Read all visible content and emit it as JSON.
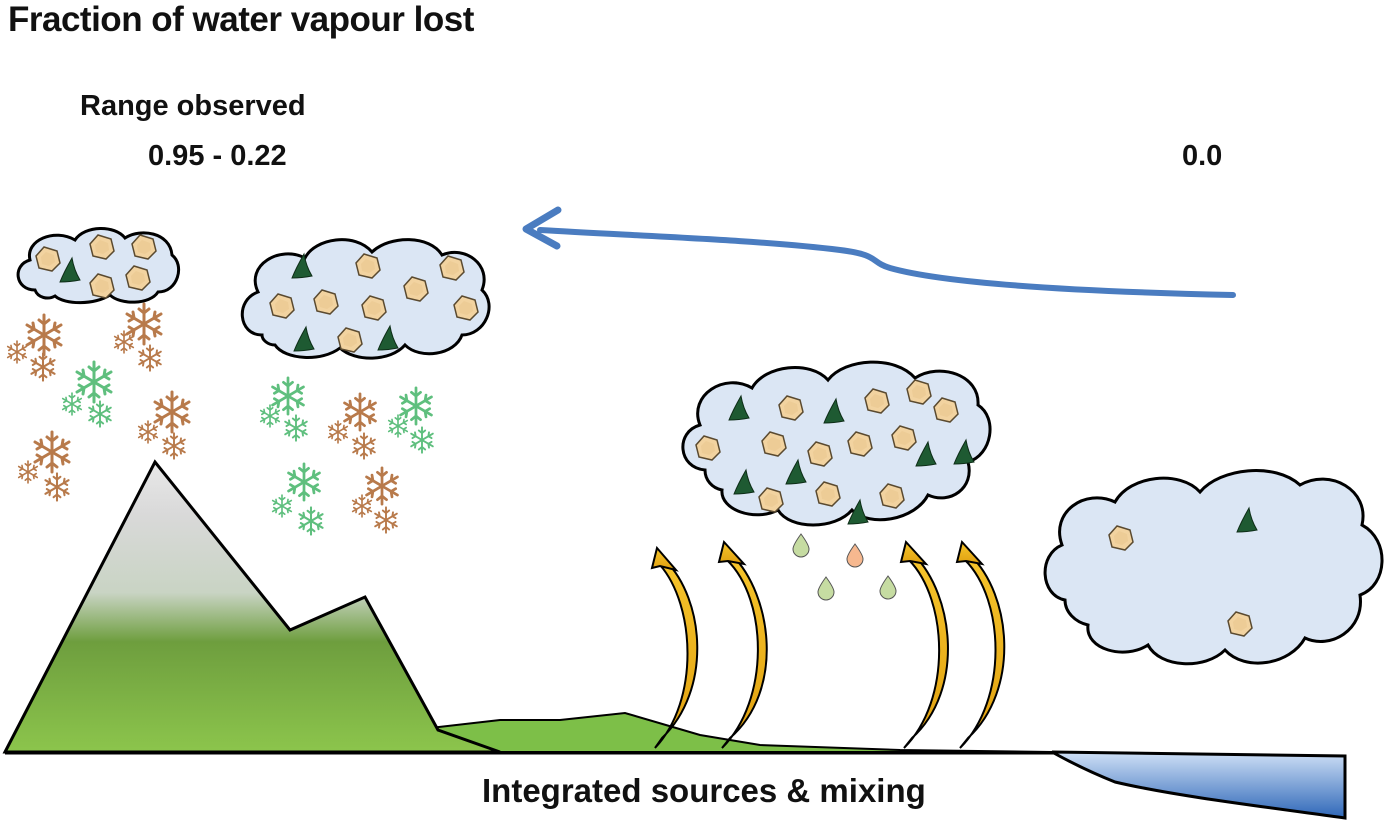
{
  "title": "Fraction of water vapour lost",
  "range": {
    "label": "Range observed",
    "value": "0.95 - 0.22"
  },
  "end_value": "0.0",
  "bottom_label": "Integrated sources & mixing",
  "colors": {
    "arrow": "#4a7cc0",
    "cloud_fill": "#dbe6f4",
    "cloud_stroke": "#000000",
    "hexagon_fill": "#f2d3a0",
    "crystal_fill": "#1e5a32",
    "snow_brown": "#b87a4b",
    "snow_green": "#5fbf7e",
    "terrain_green": "#7dbf48",
    "water_blue": "#3f78c4",
    "updraft_orange": "#f2b51a",
    "drop_green": "#c6dca2",
    "drop_pink": "#f6b88f"
  },
  "icons": [
    "cloud-icon",
    "hexagon-particle-icon",
    "ice-crystal-icon",
    "snowflake-icon",
    "updraft-arrow-icon",
    "raindrop-icon"
  ]
}
